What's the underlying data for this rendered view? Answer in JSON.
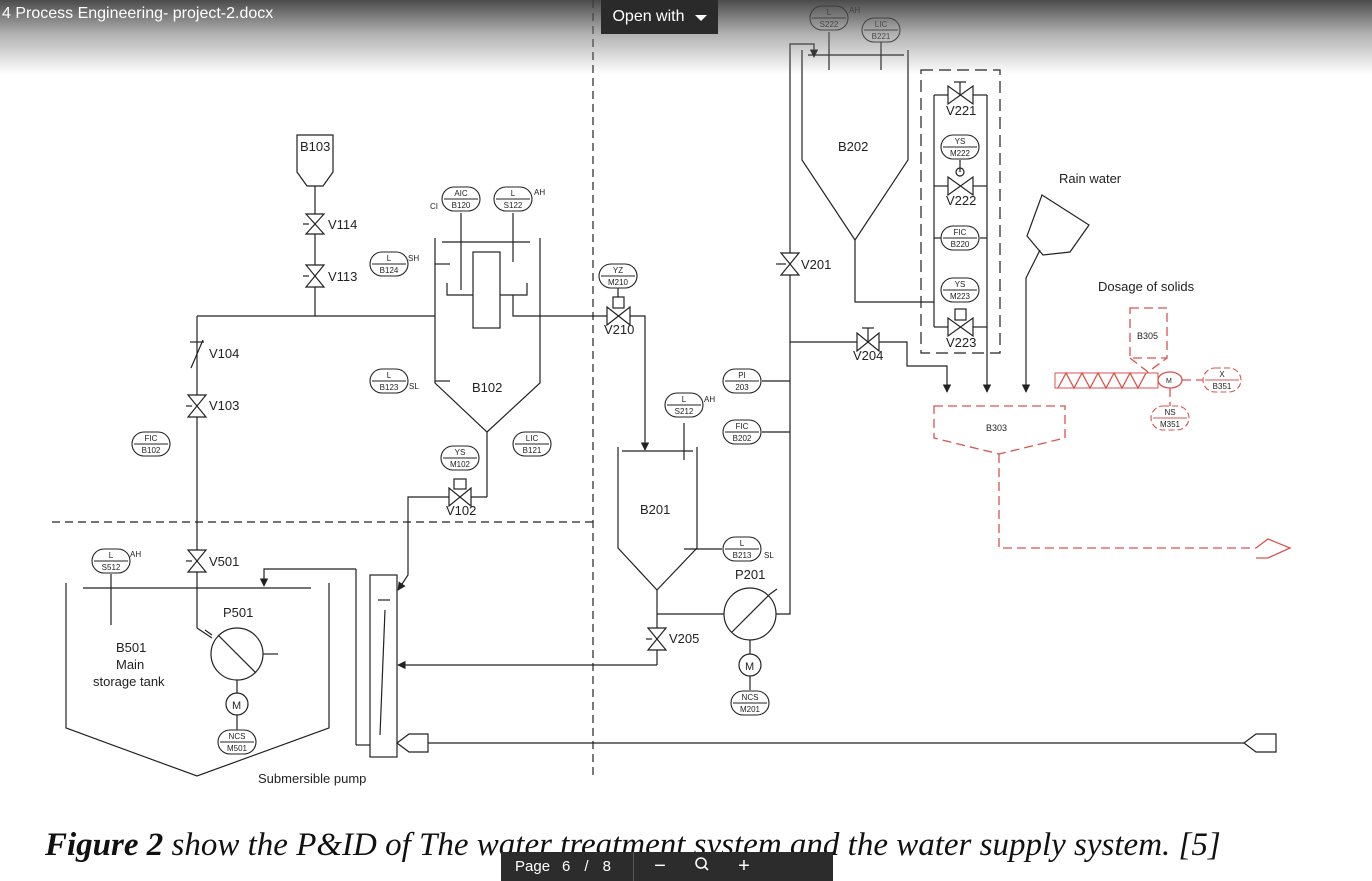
{
  "viewer": {
    "file_title": "4 Process Engineering- project-2.docx",
    "open_with_label": "Open with",
    "page_label": "Page",
    "page_current": "6",
    "page_sep": "/",
    "page_total": "8",
    "zoom_out_label": "−",
    "zoom_reset_icon": "magnifier-icon",
    "zoom_in_label": "+"
  },
  "diagram": {
    "tanks": {
      "b103": "B103",
      "b102": "B102",
      "b202": "B202",
      "b201": "B201",
      "b501_l1": "B501",
      "b501_l2": "Main",
      "b501_l3": "storage tank",
      "b303": "B303",
      "b305": "B305"
    },
    "valves": {
      "v114": "V114",
      "v113": "V113",
      "v104": "V104",
      "v103": "V103",
      "v501": "V501",
      "v102": "V102",
      "v210": "V210",
      "v205": "V205",
      "v201": "V201",
      "v204": "V204",
      "v221": "V221",
      "v222": "V222",
      "v223": "V223"
    },
    "pumps": {
      "p501": "P501",
      "p201": "P201",
      "motor": "M"
    },
    "instruments": [
      {
        "id": "aic-b120",
        "top": "AIC",
        "bottom": "B120"
      },
      {
        "id": "l-s122",
        "top": "L",
        "bottom": "S122"
      },
      {
        "id": "l-b124",
        "top": "L",
        "bottom": "B124"
      },
      {
        "id": "l-b123",
        "top": "L",
        "bottom": "B123"
      },
      {
        "id": "ys-m102",
        "top": "YS",
        "bottom": "M102"
      },
      {
        "id": "lic-b121",
        "top": "LIC",
        "bottom": "B121"
      },
      {
        "id": "fic-b102",
        "top": "FIC",
        "bottom": "B102"
      },
      {
        "id": "l-s512",
        "top": "L",
        "bottom": "S512"
      },
      {
        "id": "ncs-m501",
        "top": "NCS",
        "bottom": "M501"
      },
      {
        "id": "yz-m210",
        "top": "YZ",
        "bottom": "M210"
      },
      {
        "id": "l-s212",
        "top": "L",
        "bottom": "S212"
      },
      {
        "id": "pi-203",
        "top": "PI",
        "bottom": "203"
      },
      {
        "id": "fic-b202",
        "top": "FIC",
        "bottom": "B202"
      },
      {
        "id": "l-b213",
        "top": "L",
        "bottom": "B213"
      },
      {
        "id": "ncs-m201",
        "top": "NCS",
        "bottom": "M201"
      },
      {
        "id": "l-s222",
        "top": "L",
        "bottom": "S222"
      },
      {
        "id": "lic-b221",
        "top": "LIC",
        "bottom": "B221"
      },
      {
        "id": "ys-m222",
        "top": "YS",
        "bottom": "M222"
      },
      {
        "id": "fic-b220",
        "top": "FIC",
        "bottom": "B220"
      },
      {
        "id": "ys-m223",
        "top": "YS",
        "bottom": "M223"
      },
      {
        "id": "x-b351",
        "top": "X",
        "bottom": "B351"
      },
      {
        "id": "ns-m351",
        "top": "NS",
        "bottom": "M351"
      }
    ],
    "alarm_tags": {
      "ah": "AH",
      "sh": "SH",
      "sl": "SL",
      "ci": "CI"
    },
    "labels": {
      "rain_water": "Rain water",
      "dosage": "Dosage of solids",
      "submersible": "Submersible pump"
    }
  },
  "caption": {
    "figure": "Figure 2",
    "text": " show the P&ID of The water treatment system and the water supply system. [5]"
  },
  "colors": {
    "line": "#222222",
    "red": "#d9534f",
    "toolbar": "#2c2c2c"
  }
}
